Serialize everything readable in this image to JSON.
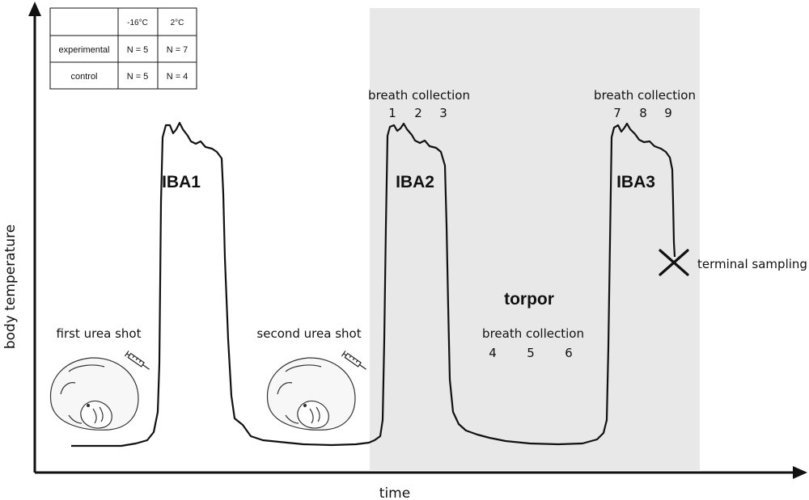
{
  "axes": {
    "x_label": "time",
    "y_label": "body temperature"
  },
  "table": {
    "headers": [
      "",
      "-16°C",
      "2°C"
    ],
    "rows": [
      [
        "experimental",
        "N = 5",
        "N = 7"
      ],
      [
        "control",
        "N = 5",
        "N = 4"
      ]
    ]
  },
  "arousals": [
    "IBA1",
    "IBA2",
    "IBA3"
  ],
  "injections": [
    "first urea shot",
    "second urea shot"
  ],
  "torpor_label": "torpor",
  "terminal_label": "terminal sampling",
  "breath_collections": [
    {
      "label": "breath collection",
      "samples": [
        "1",
        "2",
        "3"
      ]
    },
    {
      "label": "breath collection",
      "samples": [
        "4",
        "5",
        "6"
      ]
    },
    {
      "label": "breath collection",
      "samples": [
        "7",
        "8",
        "9"
      ]
    }
  ],
  "colors": {
    "shaded_region": "#e8e8e8",
    "line": "#111111"
  },
  "icons": [
    "syringe-icon",
    "hibernating-animal-icon",
    "cross-icon"
  ]
}
